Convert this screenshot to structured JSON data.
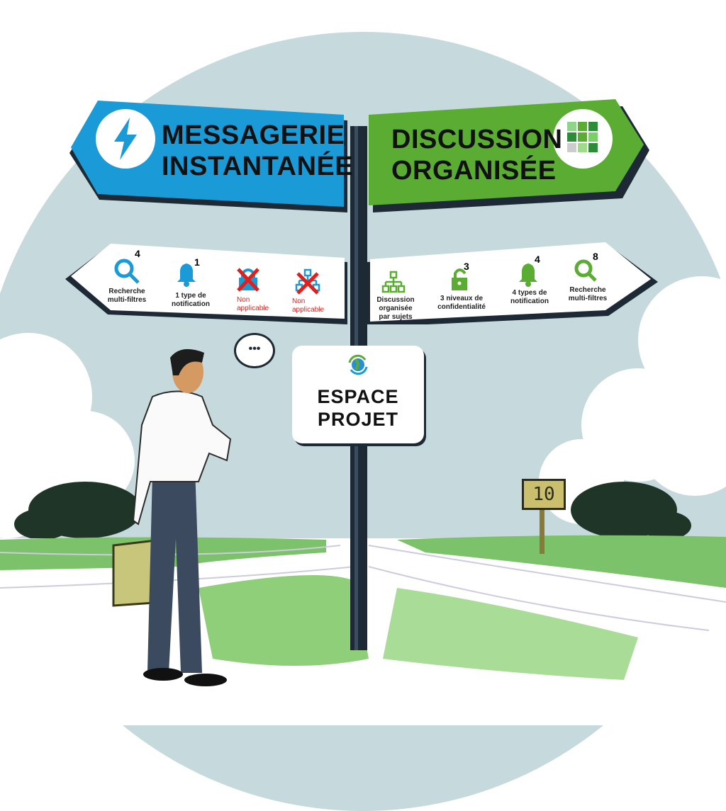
{
  "left_sign": {
    "title_line1": "MESSAGERIE",
    "title_line2": "INSTANTANÉE",
    "icon": "lightning-icon",
    "color": "#1a9ad6"
  },
  "right_sign": {
    "title_line1": "DISCUSSION",
    "title_line2": "ORGANISÉE",
    "icon": "grid-icon",
    "color": "#5aad32"
  },
  "left_features": [
    {
      "icon": "search-icon",
      "count": "4",
      "label1": "Recherche",
      "label2": "multi-filtres"
    },
    {
      "icon": "bell-icon",
      "count": "1",
      "label1": "1 type de",
      "label2": "notification"
    },
    {
      "icon": "lock-crossed-icon",
      "label1": "Non",
      "label2": "applicable"
    },
    {
      "icon": "hierarchy-crossed-icon",
      "label1": "Non",
      "label2": "applicable"
    }
  ],
  "right_features": [
    {
      "icon": "hierarchy-icon",
      "label1": "Discussion",
      "label2": "organisée",
      "label3": "par sujets"
    },
    {
      "icon": "unlock-icon",
      "count": "3",
      "label1": "3 niveaux de",
      "label2": "confidentialité"
    },
    {
      "icon": "bell-icon",
      "count": "4",
      "label1": "4 types de",
      "label2": "notification"
    },
    {
      "icon": "search-icon",
      "count": "8",
      "label1": "Recherche",
      "label2": "multi-filtres"
    }
  ],
  "center_sign": {
    "line1": "ESPACE",
    "line2": "PROJET",
    "icon": "sync-icon"
  },
  "speech_bubble": "•••",
  "distance_marker": "10",
  "colors": {
    "sky": "#c6dadd",
    "grass": "#7cc26a",
    "post": "#1d2a36",
    "red": "#e0201c"
  }
}
